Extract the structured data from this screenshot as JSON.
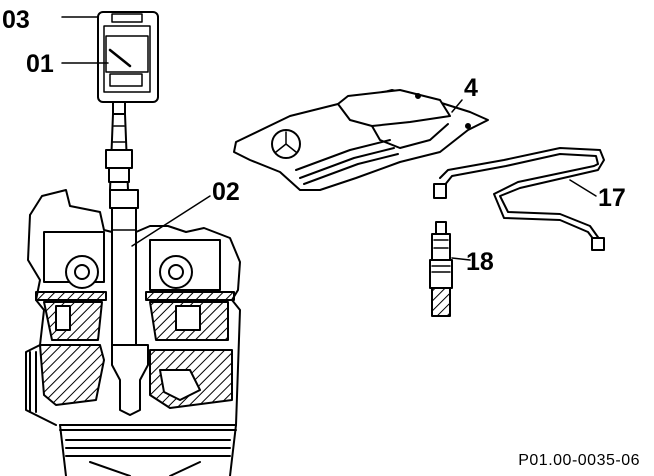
{
  "callouts": {
    "c03": "03",
    "c01": "01",
    "c02": "02",
    "c4": "4",
    "c17": "17",
    "c18": "18"
  },
  "figure_ref": "P01.00-0035-06",
  "colors": {
    "ink": "#000000",
    "paper": "#ffffff"
  }
}
